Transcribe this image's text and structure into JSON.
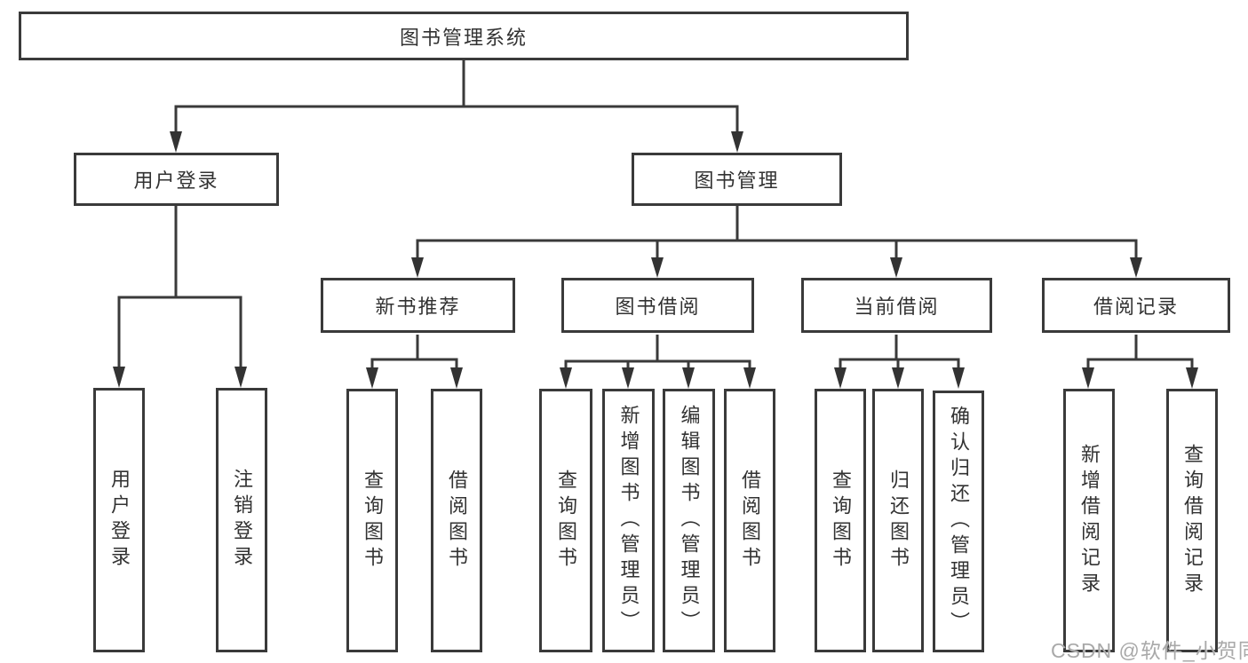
{
  "diagram": {
    "title": "图书管理系统",
    "root": {
      "label": "图书管理系统"
    },
    "level2": [
      {
        "label": "用户登录"
      },
      {
        "label": "图书管理"
      }
    ],
    "level3": [
      {
        "label": "新书推荐"
      },
      {
        "label": "图书借阅"
      },
      {
        "label": "当前借阅"
      },
      {
        "label": "借阅记录"
      }
    ],
    "leaves": {
      "user_login": [
        {
          "label": "用户登录"
        },
        {
          "label": "注销登录"
        }
      ],
      "new_book": [
        {
          "label": "查询图书"
        },
        {
          "label": "借阅图书"
        }
      ],
      "book_borrow": [
        {
          "label": "查询图书"
        },
        {
          "label": "新增图书（管理员）"
        },
        {
          "label": "编辑图书（管理员）"
        },
        {
          "label": "借阅图书"
        }
      ],
      "current_borrow": [
        {
          "label": "查询图书"
        },
        {
          "label": "归还图书"
        },
        {
          "label": "确认归还（管理员）"
        }
      ],
      "borrow_records": [
        {
          "label": "新增借阅记录"
        },
        {
          "label": "查询借阅记录"
        }
      ]
    }
  },
  "watermark": {
    "text": "CSDN @软件_小贺同学"
  },
  "colors": {
    "line": "#3a3a3a",
    "text": "#323232",
    "watermark": "#a9a9a9",
    "background": "#ffffff"
  }
}
